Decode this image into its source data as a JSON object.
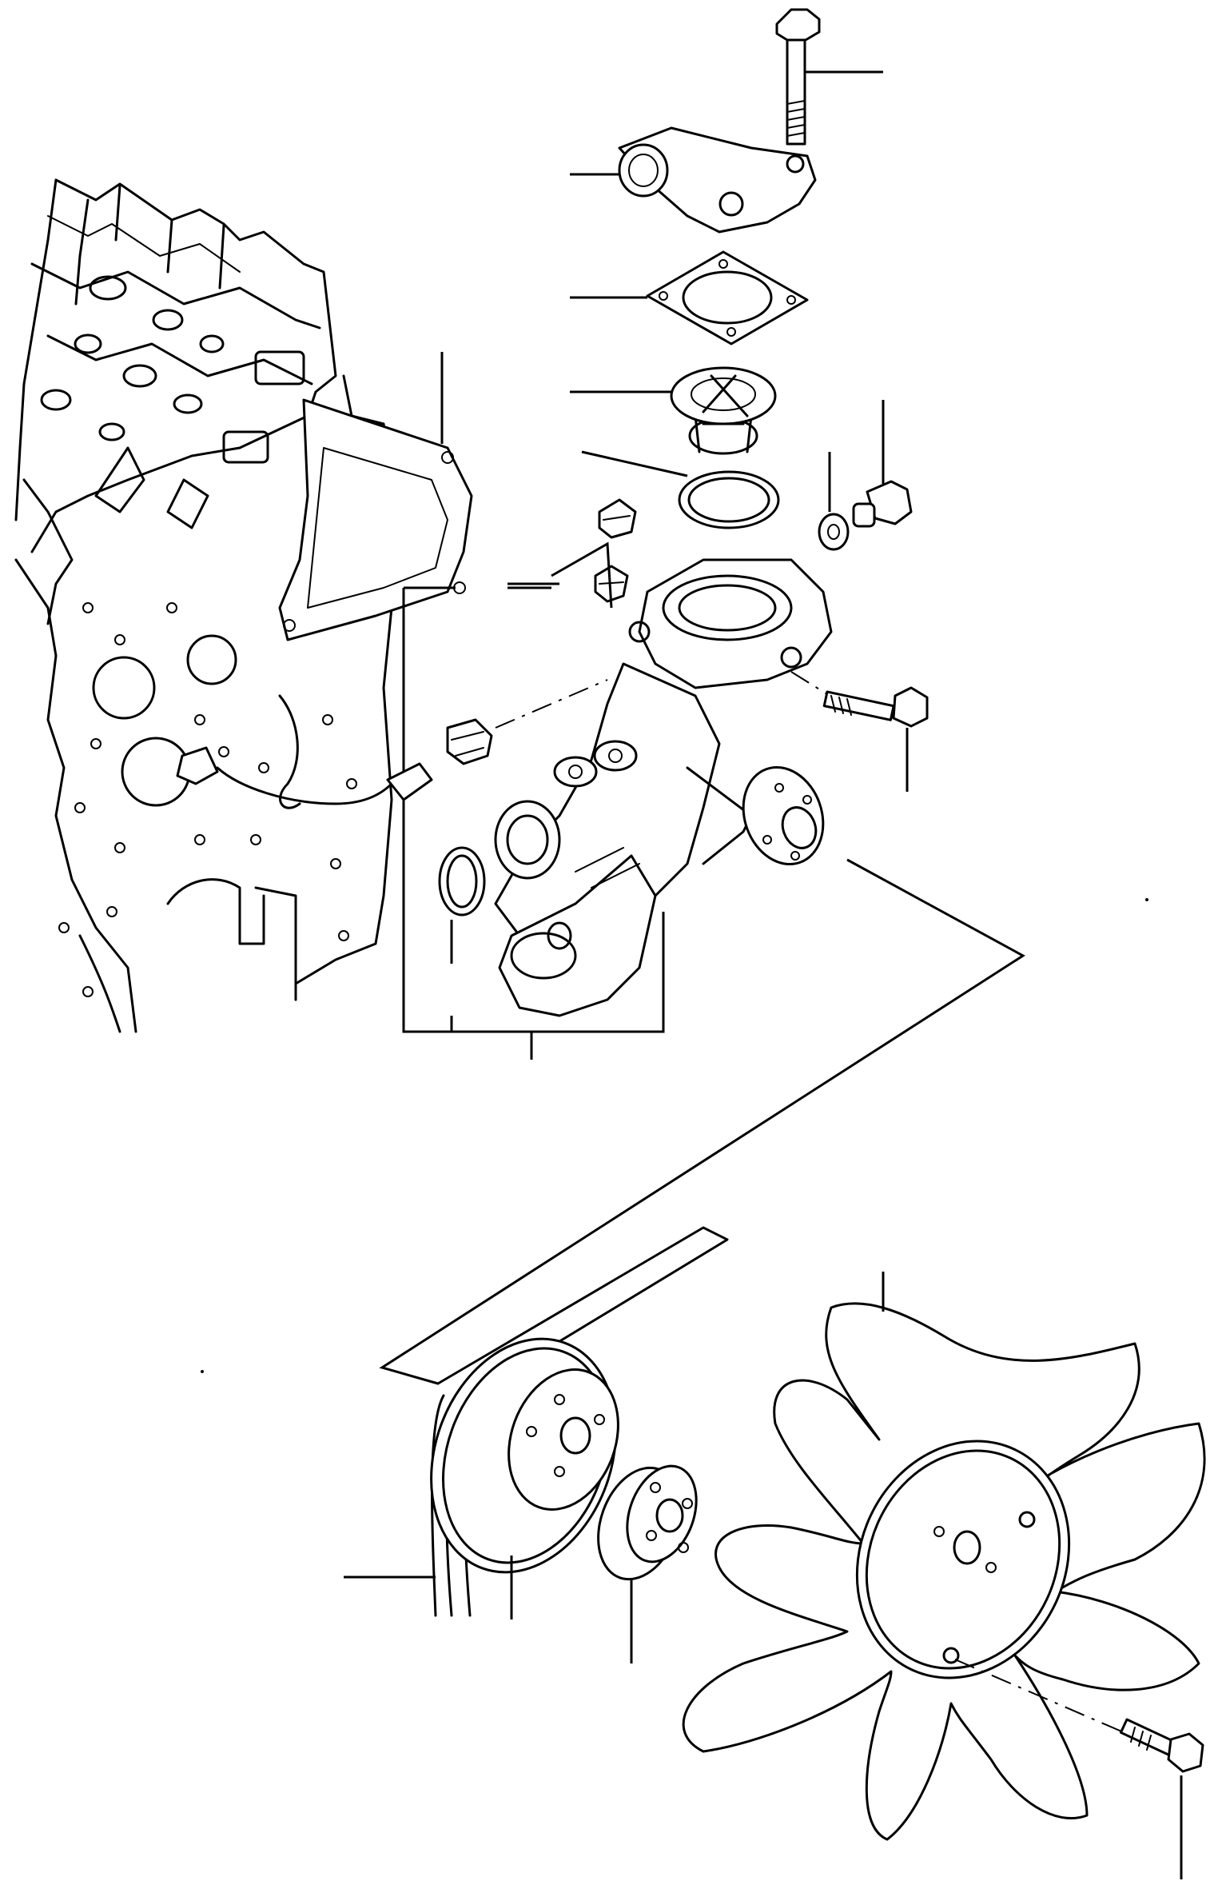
{
  "diagram": {
    "type": "exploded-parts-view",
    "parts": [
      {
        "name": "thermostat-housing-bolt"
      },
      {
        "name": "water-outlet-connector"
      },
      {
        "name": "outlet-gasket"
      },
      {
        "name": "thermostat"
      },
      {
        "name": "thermostat-seal-ring"
      },
      {
        "name": "plug-washer"
      },
      {
        "name": "drain-plug"
      },
      {
        "name": "pump-gasket"
      },
      {
        "name": "plugs"
      },
      {
        "name": "temperature-sensor"
      },
      {
        "name": "water-pump-assembly"
      },
      {
        "name": "pump-mounting-bolt"
      },
      {
        "name": "o-ring"
      },
      {
        "name": "v-belt"
      },
      {
        "name": "pulley"
      },
      {
        "name": "fan-spacer"
      },
      {
        "name": "cooling-fan"
      },
      {
        "name": "fan-bolt"
      }
    ]
  }
}
